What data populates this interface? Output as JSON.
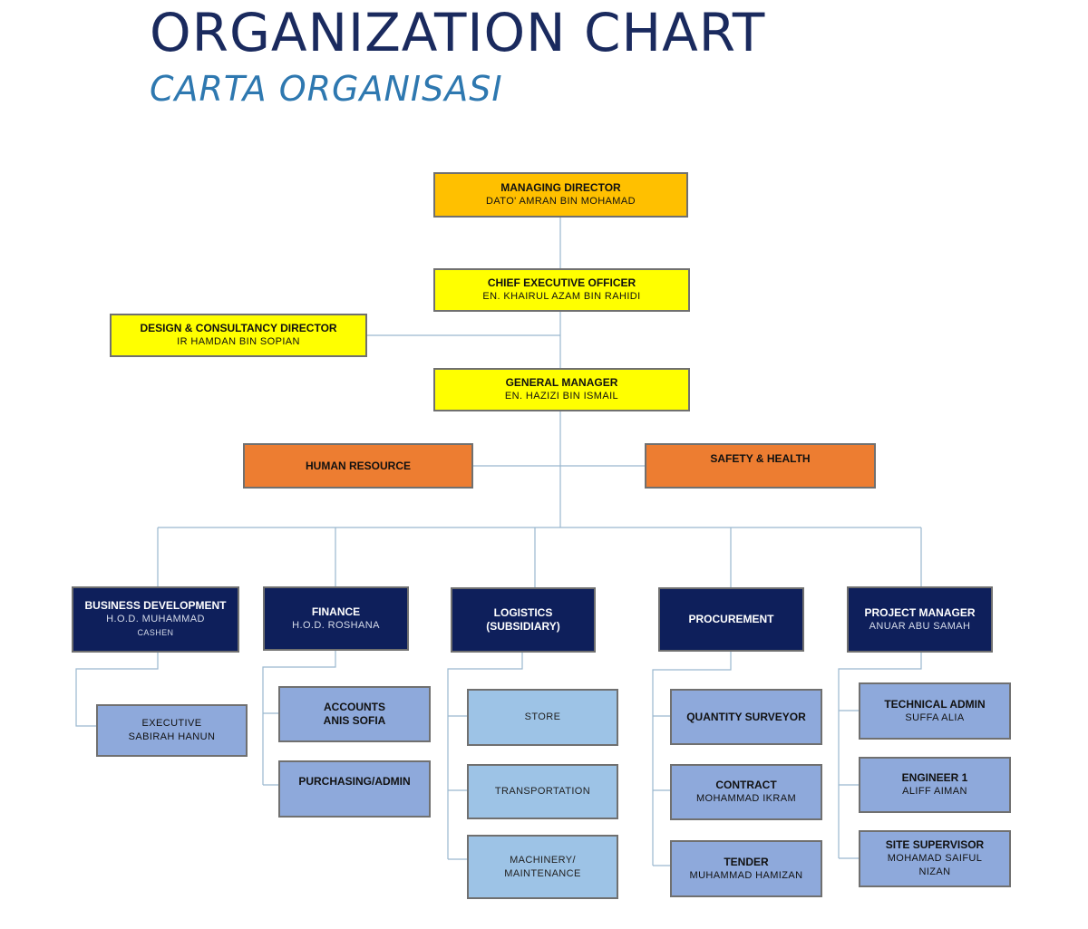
{
  "title": "ORGANIZATION CHART",
  "subtitle": "CARTA ORGANISASI",
  "colors": {
    "title": "#1a2a5e",
    "subtitle": "#2e78b0",
    "executive": "#ffc000",
    "management": "#ffff00",
    "support": "#ed7d31",
    "department": "#0e1f5b",
    "staff": "#8ea9db",
    "logistics_unit": "#9dc3e6",
    "connector": "#9ab8cf"
  },
  "nodes": {
    "managing_director": {
      "role": "MANAGING DIRECTOR",
      "person": "DATO' AMRAN BIN MOHAMAD"
    },
    "ceo": {
      "role": "CHIEF EXECUTIVE OFFICER",
      "person": "EN. KHAIRUL AZAM BIN RAHIDI"
    },
    "design_director": {
      "role": "DESIGN & CONSULTANCY DIRECTOR",
      "person": "IR HAMDAN BIN SOPIAN"
    },
    "general_manager": {
      "role": "GENERAL MANAGER",
      "person": "EN. HAZIZI BIN ISMAIL"
    },
    "human_resource": {
      "role": "HUMAN RESOURCE"
    },
    "safety_health": {
      "role": "SAFETY & HEALTH"
    },
    "business_development": {
      "role": "BUSINESS DEVELOPMENT",
      "person": "H.O.D. MUHAMMAD",
      "person2": "CASHEN"
    },
    "finance": {
      "role": "FINANCE",
      "person": "H.O.D. ROSHANA"
    },
    "logistics": {
      "role": "LOGISTICS",
      "role2": "(SUBSIDIARY)"
    },
    "procurement": {
      "role": "PROCUREMENT"
    },
    "project_manager": {
      "role": "PROJECT MANAGER",
      "person": "ANUAR ABU SAMAH"
    },
    "executive": {
      "line1": "EXECUTIVE",
      "line2": "SABIRAH HANUN"
    },
    "accounts": {
      "role": "ACCOUNTS",
      "role2": "ANIS SOFIA"
    },
    "purchasing": {
      "role": "PURCHASING/ADMIN"
    },
    "store": {
      "label": "STORE"
    },
    "transportation": {
      "label": "TRANSPORTATION"
    },
    "machinery": {
      "line1": "MACHINERY/",
      "line2": "MAINTENANCE"
    },
    "quantity_surveyor": {
      "role": "QUANTITY SURVEYOR"
    },
    "contract": {
      "role": "CONTRACT",
      "person": "MOHAMMAD IKRAM"
    },
    "tender": {
      "role": "TENDER",
      "person": "MUHAMMAD HAMIZAN"
    },
    "technical_admin": {
      "role": "TECHNICAL ADMIN",
      "person": "SUFFA ALIA"
    },
    "engineer": {
      "role": "ENGINEER 1",
      "person": "ALIFF AIMAN"
    },
    "site_supervisor": {
      "role": "SITE SUPERVISOR",
      "person": "MOHAMAD SAIFUL",
      "person2": "NIZAN"
    }
  }
}
